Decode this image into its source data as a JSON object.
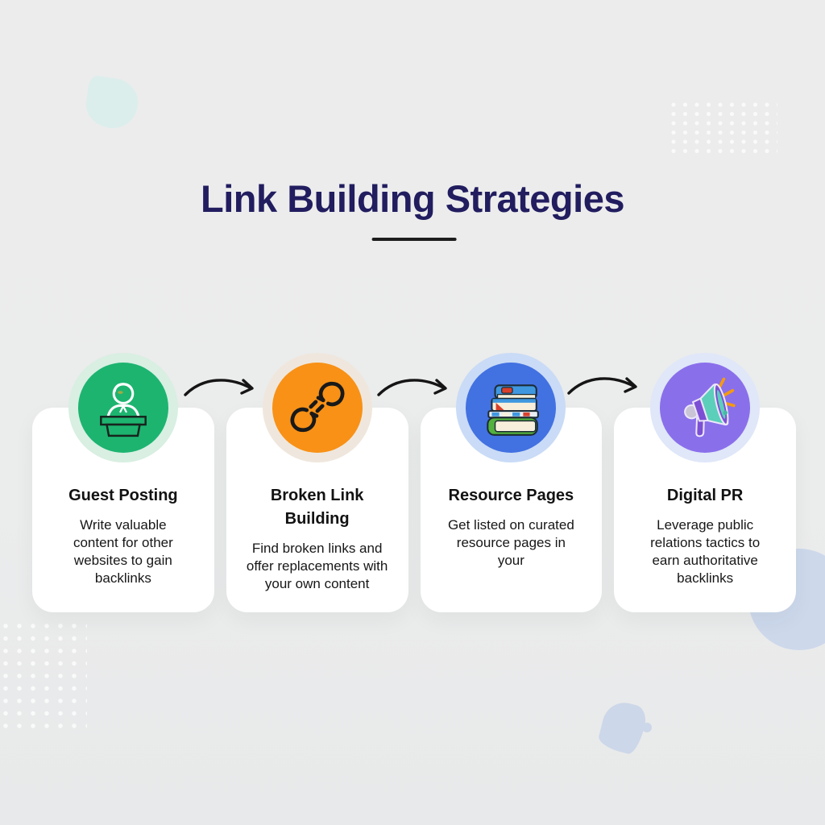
{
  "page": {
    "background": "#ebecec"
  },
  "header": {
    "title": "Link Building Strategies",
    "title_color": "#211d5f",
    "underline_color": "#1d1d1d"
  },
  "flow": {
    "arrow_color": "#151515",
    "steps": [
      {
        "title": "Guest Posting",
        "description": "Write valuable content for other websites to gain backlinks",
        "icon": "speaker-at-podium-icon",
        "circle_color": "#1db470",
        "halo_color": "#d8efe2"
      },
      {
        "title": "Broken Link Building",
        "description": "Find broken links and offer replacements with your own content",
        "icon": "broken-chain-link-icon",
        "circle_color": "#f89116",
        "halo_color": "#efe7dd"
      },
      {
        "title": "Resource Pages",
        "description": "Get listed on curated resource pages in your",
        "icon": "book-stack-icon",
        "circle_color": "#4271e1",
        "halo_color": "#c9dbf6"
      },
      {
        "title": "Digital PR",
        "description": "Leverage public relations tactics to earn authoritative backlinks",
        "icon": "megaphone-icon",
        "circle_color": "#8a6feb",
        "halo_color": "#dfe7f8"
      }
    ]
  },
  "decor": {
    "top_left_blob_color": "#dceeeb",
    "top_right_grid_dot_color": "rgba(255,255,255,0.75)",
    "bottom_left_grid_dot_color": "rgba(255,255,255,0.75)",
    "bottom_right_circle_color": "#cdd8eb",
    "bottom_right_blob_color": "#ccd7e9"
  }
}
